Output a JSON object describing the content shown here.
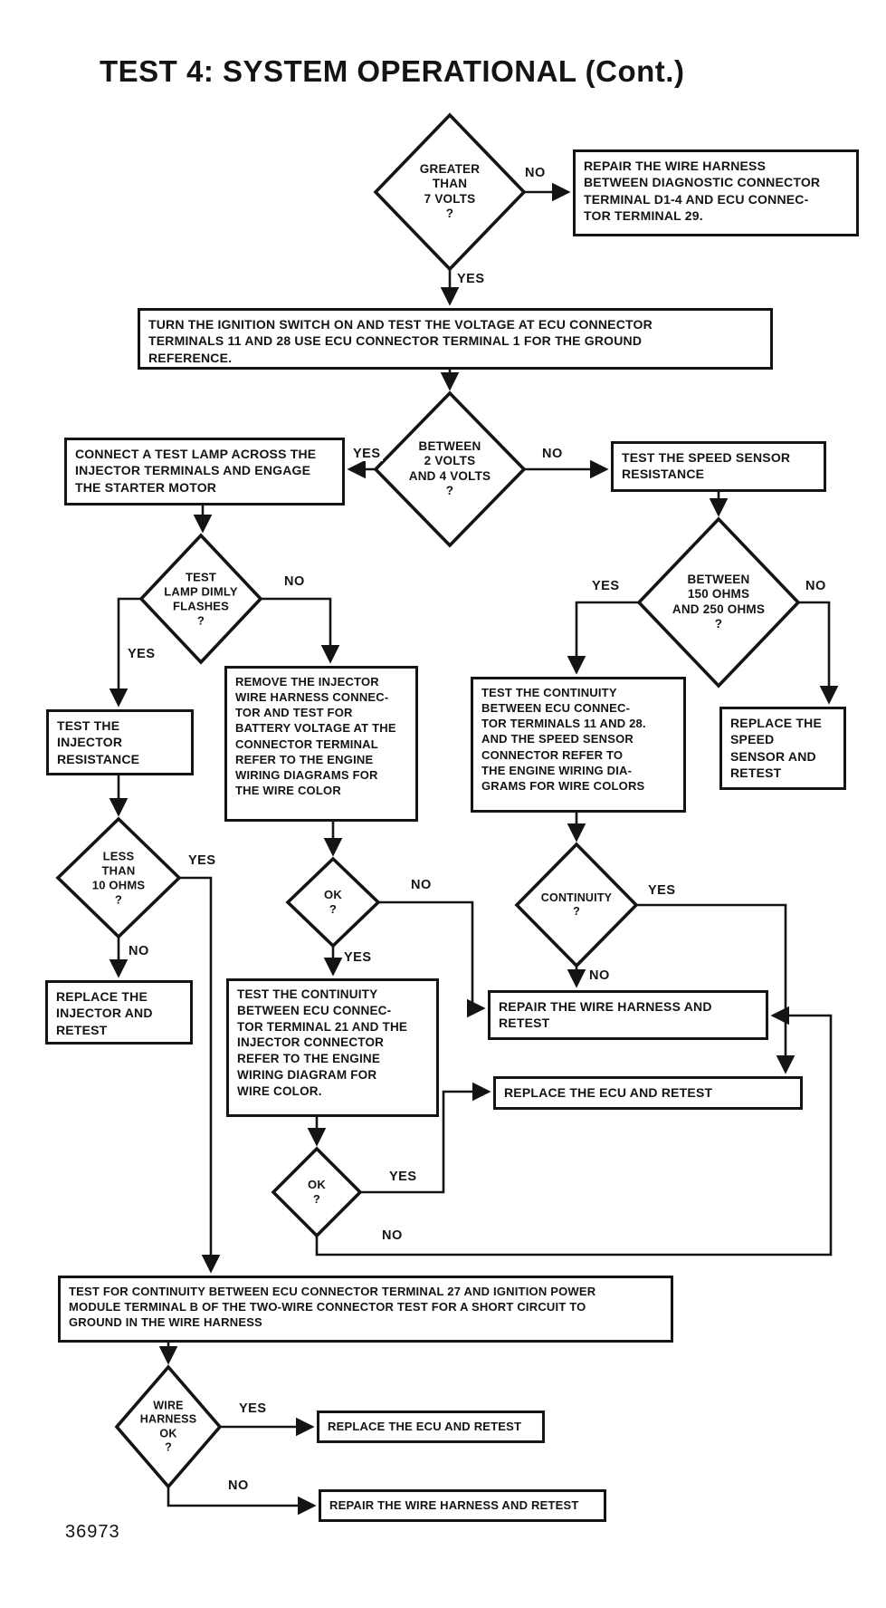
{
  "title": "TEST 4:  SYSTEM OPERATIONAL (Cont.)",
  "figure_number": "36973",
  "edge_labels": {
    "yes": "YES",
    "no": "NO"
  },
  "decisions": {
    "greater_than_7v": "GREATER\nTHAN\n7 VOLTS\n?",
    "between_2_4v": "BETWEEN\n2 VOLTS\nAND 4 VOLTS\n?",
    "lamp_dimly_flashes": "TEST\nLAMP DIMLY\nFLASHES\n?",
    "less_than_10_ohms": "LESS\nTHAN\n10 OHMS\n?",
    "between_150_250": "BETWEEN\n150 OHMS\nAND 250 OHMS\n?",
    "ok_battery": "OK\n?",
    "ok_continuity21": "OK\n?",
    "continuity": "CONTINUITY\n?",
    "wire_harness_ok": "WIRE\nHARNESS\nOK\n?"
  },
  "boxes": {
    "repair_harness_d14": "REPAIR THE WIRE HARNESS\nBETWEEN DIAGNOSTIC CONNECTOR\nTERMINAL D1-4 AND ECU CONNEC-\nTOR TERMINAL 29.",
    "turn_ignition": "TURN THE IGNITION SWITCH ON AND TEST THE VOLTAGE AT ECU CONNECTOR\nTERMINALS 11 AND 28  USE ECU CONNECTOR TERMINAL 1 FOR THE GROUND\nREFERENCE.",
    "connect_test_lamp": "CONNECT A TEST LAMP ACROSS THE\nINJECTOR TERMINALS AND ENGAGE\nTHE STARTER MOTOR",
    "test_speed_sensor": "TEST THE SPEED SENSOR\nRESISTANCE",
    "test_injector_resistance": "TEST THE\nINJECTOR\nRESISTANCE",
    "remove_injector_harness": "REMOVE THE INJECTOR\nWIRE HARNESS CONNEC-\nTOR AND TEST FOR\nBATTERY VOLTAGE AT THE\nCONNECTOR TERMINAL\nREFER TO THE ENGINE\nWIRING DIAGRAMS FOR\nTHE WIRE COLOR",
    "replace_injector": "REPLACE THE\nINJECTOR AND\nRETEST",
    "test_continuity_11_28": "TEST THE CONTINUITY\nBETWEEN ECU CONNEC-\nTOR TERMINALS 11 AND 28.\nAND THE SPEED SENSOR\nCONNECTOR  REFER TO\nTHE ENGINE WIRING DIA-\nGRAMS FOR WIRE COLORS",
    "replace_speed_sensor": "REPLACE THE\nSPEED\nSENSOR AND\nRETEST",
    "test_continuity_21": "TEST THE CONTINUITY\nBETWEEN ECU CONNEC-\nTOR TERMINAL 21 AND THE\nINJECTOR CONNECTOR\nREFER TO THE ENGINE\nWIRING DIAGRAM FOR\nWIRE COLOR.",
    "repair_harness_retest": "REPAIR THE WIRE HARNESS AND\nRETEST",
    "replace_ecu_retest": "REPLACE THE ECU AND RETEST",
    "test_continuity_27": "TEST FOR CONTINUITY BETWEEN ECU CONNECTOR TERMINAL 27 AND IGNITION POWER\nMODULE TERMINAL B OF THE TWO-WIRE CONNECTOR  TEST FOR A SHORT CIRCUIT TO\nGROUND IN THE WIRE HARNESS",
    "replace_ecu_retest_2": "REPLACE THE ECU AND RETEST",
    "repair_harness_retest_2": "REPAIR THE WIRE HARNESS AND RETEST"
  }
}
